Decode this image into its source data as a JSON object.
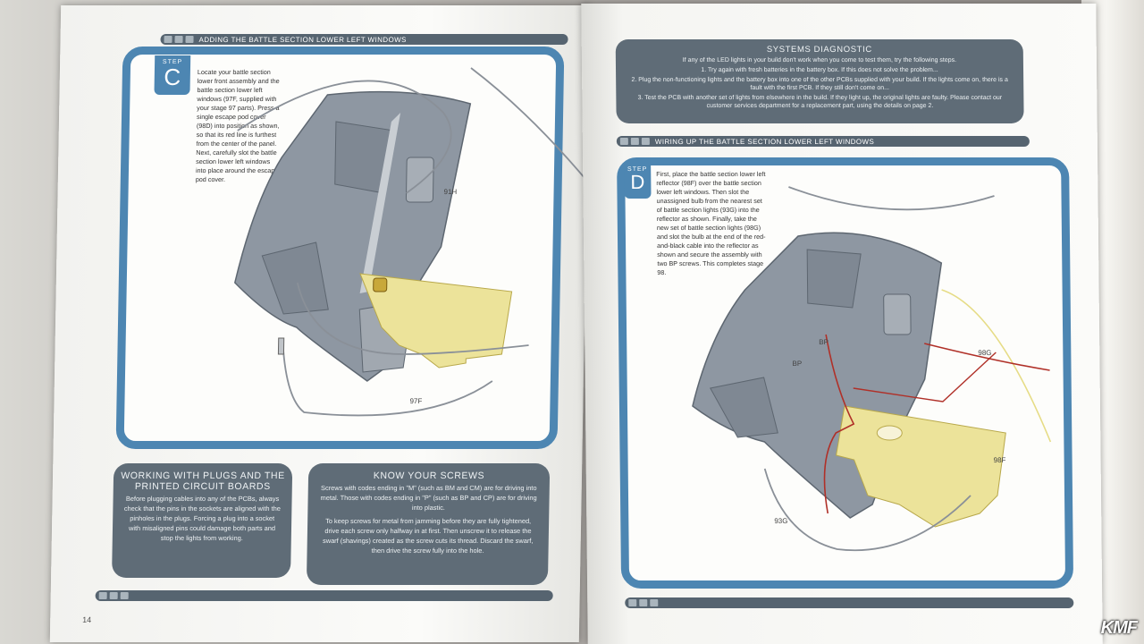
{
  "left_page": {
    "section_title": "ADDING THE BATTLE SECTION LOWER LEFT WINDOWS",
    "step": {
      "label": "STEP",
      "letter": "C",
      "text": "Locate your battle section lower front assembly and the battle section lower left windows (97F, supplied with your stage 97 parts). Press a single escape pod cover (98D) into position as shown, so that its red line is furthest from the center of the panel. Next, carefully slot the battle section lower left windows into place around the escape pod cover."
    },
    "part_labels": {
      "part_91h": "91H",
      "part_97f": "97F"
    },
    "plugs_box": {
      "title": "WORKING WITH PLUGS AND THE PRINTED CIRCUIT BOARDS",
      "text": "Before plugging cables into any of the PCBs, always check that the pins in the sockets are aligned with the pinholes in the plugs. Forcing a plug into a socket with misaligned pins could damage both parts and stop the lights from working."
    },
    "screws_box": {
      "title": "KNOW YOUR SCREWS",
      "paragraph1": "Screws with codes ending in \"M\" (such as BM and CM) are for driving into metal. Those with codes ending in \"P\" (such as BP and CP) are for driving into plastic.",
      "paragraph2": "To keep screws for metal from jamming before they are fully tightened, drive each screw only halfway in at first. Then unscrew it to release the swarf (shavings) created as the screw cuts its thread. Discard the swarf, then drive the screw fully into the hole."
    },
    "page_number": "14"
  },
  "right_page": {
    "diagnostic": {
      "title": "SYSTEMS DIAGNOSTIC",
      "intro": "If any of the LED lights in your build don't work when you come to test them, try the following steps.",
      "item1": "1. Try again with fresh batteries in the battery box. If this does not solve the problem...",
      "item2": "2. Plug the non-functioning lights and the battery box into one of the other PCBs supplied with your build. If the lights come on, there is a fault with the first PCB. If they still don't come on...",
      "item3": "3. Test the PCB with another set of lights from elsewhere in the build. If they light up, the original lights are faulty. Please contact our customer services department for a replacement part, using the details on page 2."
    },
    "section_title": "WIRING UP THE BATTLE SECTION LOWER LEFT WINDOWS",
    "step": {
      "label": "STEP",
      "letter": "D",
      "text": "First, place the battle section lower left reflector (98F) over the battle section lower left windows. Then slot the unassigned bulb from the nearest set of battle section lights (93G) into the reflector as shown. Finally, take the new set of battle section lights (98G) and slot the bulb at the end of the red-and-black cable into the reflector as shown and secure the assembly with two BP screws. This completes stage 98."
    },
    "part_labels": {
      "bp_1": "BP",
      "bp_2": "BP",
      "part_98g": "98G",
      "part_98f": "98F",
      "part_93g": "93G"
    }
  },
  "watermark": "KMF",
  "colors": {
    "accent_blue": "#4d86b2",
    "panel_grey": "#5f6c77",
    "model_grey": "#8e97a2",
    "reflector_yellow": "#ece39a",
    "wire_red": "#b03028"
  }
}
